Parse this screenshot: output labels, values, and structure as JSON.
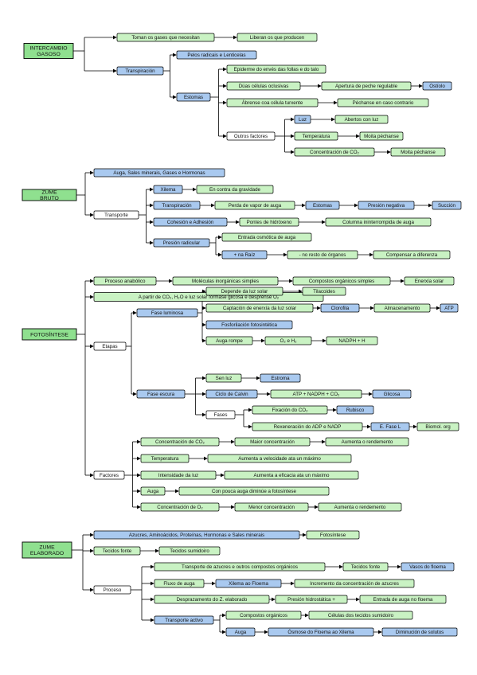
{
  "colors": {
    "header": "#8fe08f",
    "green": "#c9f2c3",
    "blue": "#a9c9ef",
    "white": "#ffffff",
    "line": "#000000"
  },
  "sections": {
    "intercambio": "INTERCAMBIO GASOSO",
    "zume_bruto": "ZUME BRUTO",
    "fotosintese": "FOTOSÍNTESE",
    "zume_elaborado": "ZUME ELABORADO"
  },
  "nodes": {
    "n1": "Toman os gases que necesitan",
    "n2": "Liberan os que producen",
    "n3": "Transpiración",
    "n4": "Pelos radicais e Lenticelas",
    "n5": "Estomas",
    "n6": "Epiderme do envés das follas e do talo",
    "n7": "Dúas células oclusivas",
    "n8": "Apertura de peche regulable",
    "n9": "Ostíolo",
    "n10": "Ábrense coa célula turxente",
    "n11": "Péchanse en caso contrario",
    "n12": "Outros factores",
    "n13": "Luz",
    "n14": "Abertos con luz",
    "n15": "Temperatura",
    "n16": "Moita péchanse",
    "n17": "Concentración de CO₂",
    "n18": "Moita péchanse",
    "z1": "Auga, Sales minerais, Gases e Hormonas",
    "z2": "Transporte",
    "z3": "Xilema",
    "z4": "En contra da gravidade",
    "z5": "Transpiración",
    "z6": "Perda de vapor de auga",
    "z7": "Estomas",
    "z8": "Presión negativa",
    "z9": "Succión",
    "z10": "Cohesión e Adhesión",
    "z11": "Pontes de hidróxeno",
    "z12": "Columna ininterrompida de auga",
    "z13": "Presión radicular",
    "z14": "Entrada osmótica de auga",
    "z15": "+ na Raíz",
    "z16": "- no resto de órganos",
    "z17": "Compensar a diferenza",
    "f1": "Proceso anabólico",
    "f2": "Moléculas inorgánicas simples",
    "f3": "Compostos orgánicos simples",
    "f4": "Enerxía solar",
    "f5": "A partir de CO₂, H₂O e luz solar fórmase glicosa e desprénse O₂",
    "f6": "Etapas",
    "f7": "Fase luminosa",
    "f8": "Depende da luz solar",
    "f9": "Tilacoides",
    "f10": "Captación de enerxía da luz solar",
    "f11": "Clorofila",
    "f12": "Almacenamento",
    "f13": "ATP",
    "f14": "Fosforilación fotosintética",
    "f15": "Auga rompe",
    "f16": "O₂ e H₂",
    "f17": "NADPH + H",
    "f18": "Fase escura",
    "f19": "Sen luz",
    "f20": "Estroma",
    "f21": "Ciclo de Calvin",
    "f22": "ATP + NADPH + CO₂",
    "f23": "Glicosa",
    "f24": "Fases",
    "f25": "Fixación do CO₂",
    "f26": "Rubisco",
    "f27": "Rexeneración do ADP e NADP",
    "f28": "E. Fase L",
    "f29": "Biomol. org",
    "f30": "Factores",
    "f31": "Concentración de CO₂",
    "f32": "Maior concentración",
    "f33": "Aumenta o rendemento",
    "f34": "Temperatura",
    "f35": "Aumenta a velocidade ata un máximo",
    "f36": "Intensidade da luz",
    "f37": "Aumenta a eficacia ata un máximo",
    "f38": "Auga",
    "f39": "Con pouca auga diminúe a fotosíntese",
    "f40": "Concentración de O₂",
    "f41": "Menor concentración",
    "f42": "Aumenta o rendemento",
    "e1": "Azucres, Aminoácidos, Proteínas, Hormonas e Sales minerais",
    "e2": "Fotosíntese",
    "e3": "Tecidos fonte",
    "e4": "Tecidos sumidoiro",
    "e5": "Proceso",
    "e6": "Transporte de azucres e outros compostos orgánicos",
    "e7": "Tecidos fonte",
    "e8": "Vasos do floema",
    "e9": "Fluxo de auga",
    "e10": "Xilema ao Floema",
    "e11": "Incremento da concentración de azucres",
    "e12": "Desprazamento do Z. elaborado",
    "e13": "Presión hidrostática +",
    "e14": "Entrada de auga no floema",
    "e15": "Transporte activo",
    "e16": "Compostos orgánicos",
    "e17": "Células dos tecidos sumidoiro",
    "e18": "Auga",
    "e19": "Ósmose do Floema ao Xilema",
    "e20": "Diminución de solutos"
  }
}
